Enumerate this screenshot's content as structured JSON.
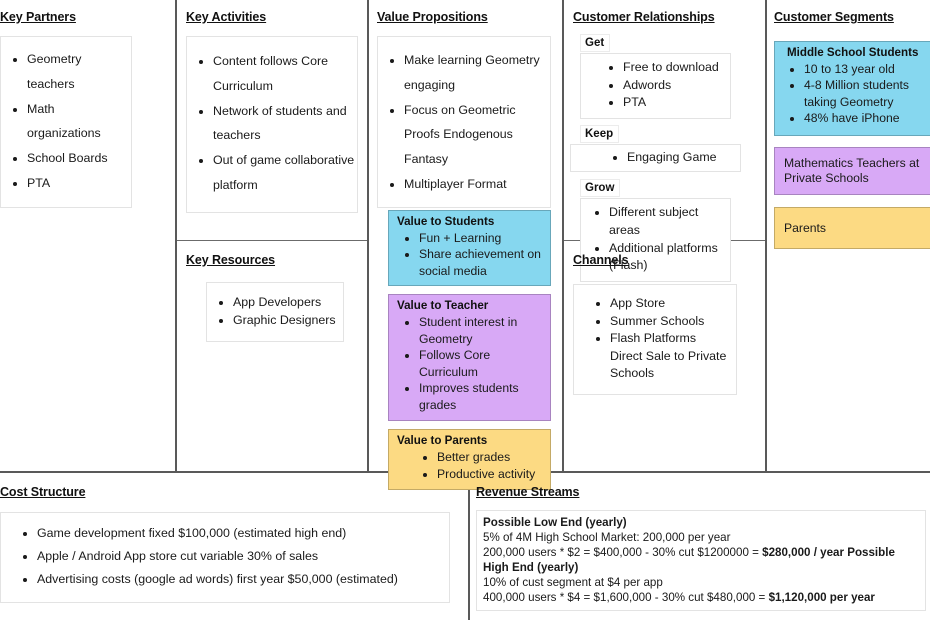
{
  "canvas": {
    "type": "business-model-canvas",
    "blocks": {
      "key_partners": {
        "title": "Key Partners",
        "items": [
          "Geometry teachers",
          "Math organizations",
          "School Boards",
          "PTA"
        ]
      },
      "key_activities": {
        "title": "Key Activities",
        "items": [
          "Content follows Core Curriculum",
          "Network of students and teachers",
          "Out of game collaborative platform"
        ]
      },
      "key_resources": {
        "title": "Key Resources",
        "items": [
          "App Developers",
          "Graphic Designers"
        ]
      },
      "value_propositions": {
        "title": "Value Propositions",
        "items": [
          "Make learning Geometry engaging",
          "Focus on Geometric Proofs Endogenous Fantasy",
          "Multiplayer Format"
        ],
        "cards": [
          {
            "title": "Value to Students",
            "color": "#86d7ef",
            "items": [
              "Fun + Learning",
              "Share achievement on social media"
            ]
          },
          {
            "title": "Value to Teacher",
            "color": "#d8a9f6",
            "items": [
              "Student interest in Geometry",
              "Follows Core Curriculum",
              "Improves students grades"
            ]
          },
          {
            "title": "Value to Parents",
            "color": "#fcda83",
            "items": [
              "Better grades",
              "Productive activity"
            ]
          }
        ]
      },
      "customer_relationships": {
        "title": "Customer Relationships",
        "groups": [
          {
            "label": "Get",
            "items": [
              "Free to download",
              "Adwords",
              "PTA"
            ]
          },
          {
            "label": "Keep",
            "items": [
              "Engaging Game"
            ]
          },
          {
            "label": "Grow",
            "items": [
              "Different subject areas",
              "Additional platforms (Flash)"
            ]
          }
        ]
      },
      "channels": {
        "title": "Channels",
        "items": [
          "App Store",
          "Summer Schools",
          "Flash Platforms"
        ],
        "continuation": "Direct Sale to Private Schools"
      },
      "customer_segments": {
        "title": "Customer Segments",
        "cards": [
          {
            "title": "Middle School Students",
            "color": "#86d7ef",
            "items": [
              "10 to 13 year old",
              "4-8 Million students taking Geometry",
              "48% have iPhone"
            ]
          },
          {
            "title": "",
            "color": "#d8a9f6",
            "text": "Mathematics Teachers at Private Schools"
          },
          {
            "title": "",
            "color": "#fcda83",
            "text": "Parents"
          }
        ]
      },
      "cost_structure": {
        "title": "Cost Structure",
        "items": [
          "Game development fixed $100,000 (estimated high end)",
          "Apple / Android App store cut variable 30% of sales",
          "Advertising costs (google ad words)  first year $50,000 (estimated)"
        ]
      },
      "revenue_streams": {
        "title": "Revenue Streams",
        "heading_low": "Possible Low End (yearly)",
        "line_low_1": "5% of 4M High School Market:  200,000 per year",
        "line_low_2_pre": "200,000 users * $2 = $400,000 - 30% cut $1200000 = ",
        "line_low_2_bold": "$280,000 / year Possible High End (yearly)",
        "line_high_1": "10% of cust segment at $4 per app",
        "line_high_2_pre": "400,000 users * $4 = $1,600,000 - 30% cut $480,000 = ",
        "line_high_2_bold": "$1,120,000 per year"
      }
    }
  }
}
